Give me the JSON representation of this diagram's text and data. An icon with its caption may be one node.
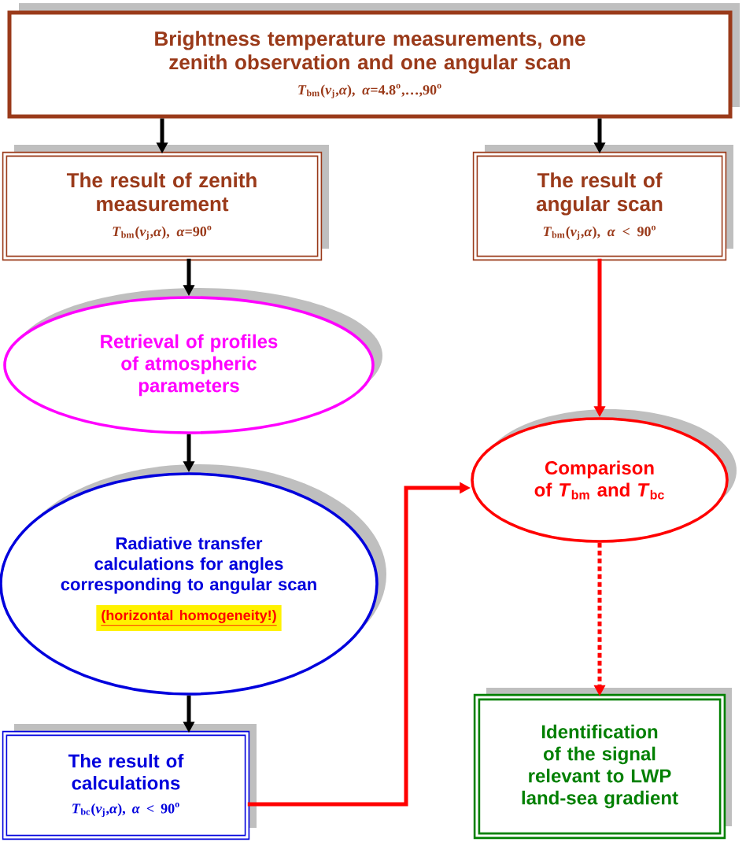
{
  "diagram": {
    "nodes": [
      {
        "text": [
          "Brightness temperature measurements, one zenith observation and one angular scan",
          "*T*$_{bm}$(*ν*$_{j}$,*α*), *α*=4.8$^{o}$,…,90$^{o}$"
        ]
      },
      {
        "text": [
          "The result of zenith measurement",
          "*T*$_{bm}$(*ν*$_{j}$,*α*), *α*=90$^{o}$"
        ]
      },
      {
        "text": [
          "The result of angular scan",
          "*T*$_{bm}$(*ν*$_{j}$,*α*), *α* < 90$^{o}$"
        ]
      },
      {
        "text": [
          "Retrieval of profiles of atmospheric parameters"
        ]
      },
      {
        "text": [
          "Radiative transfer calculations for angles corresponding to angular scan",
          "(horizontal homogeneity!)"
        ]
      },
      {
        "text": [
          "The result of calculations",
          "*T*$_{bc}$(*ν*$_{j}$,*α*), *α* < 90$^{o}$"
        ]
      },
      {
        "text": [
          "Comparison of *T*$_{bm}$ and *T*$_{bc}$"
        ]
      },
      {
        "text": [
          "Identification of the signal relevant to LWP land-sea gradient"
        ]
      }
    ],
    "edges": [
      {
        "from": 0,
        "to": 1,
        "arrow": "to"
      },
      {
        "from": 0,
        "to": 2,
        "arrow": "to"
      },
      {
        "from": 1,
        "to": 3,
        "arrow": "to"
      },
      {
        "from": 3,
        "to": 4,
        "arrow": "to"
      },
      {
        "from": 4,
        "to": 5,
        "arrow": "to"
      },
      {
        "from": 2,
        "to": 6,
        "arrow": "to",
        "color": "#ff0000"
      },
      {
        "from": 5,
        "to": 6,
        "arrow": "to",
        "color": "#ff0000"
      },
      {
        "from": 6,
        "to": 7,
        "arrow": "to",
        "color": "#ff0000",
        "style": "dashed"
      }
    ]
  }
}
